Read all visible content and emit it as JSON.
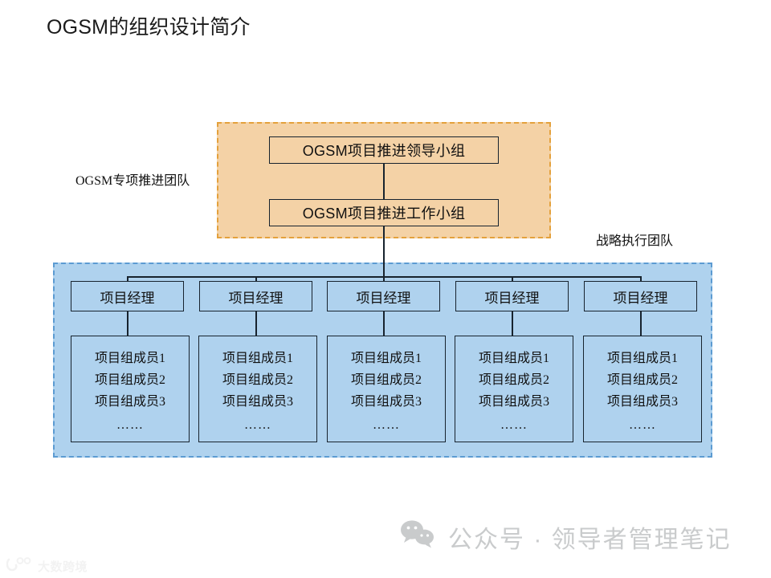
{
  "slide": {
    "title": "OGSM的组织设计简介"
  },
  "regions": {
    "taskforce": {
      "label": "OGSM专项推进团队",
      "fill": "#F4D2A6",
      "border": "#E4A13C"
    },
    "execution": {
      "label": "战略执行团队",
      "fill": "#AFD2EE",
      "border": "#5C9BD2"
    }
  },
  "nodes": {
    "leadership_group": "OGSM项目推进领导小组",
    "working_group": "OGSM项目推进工作小组",
    "manager_label": "项目经理",
    "member_lines": [
      "项目组成员1",
      "项目组成员2",
      "项目组成员3"
    ],
    "member_ellipsis": "……"
  },
  "columns": [
    {
      "manager": "项目经理",
      "members": [
        "项目组成员1",
        "项目组成员2",
        "项目组成员3"
      ],
      "ellipsis": "……"
    },
    {
      "manager": "项目经理",
      "members": [
        "项目组成员1",
        "项目组成员2",
        "项目组成员3"
      ],
      "ellipsis": "……"
    },
    {
      "manager": "项目经理",
      "members": [
        "项目组成员1",
        "项目组成员2",
        "项目组成员3"
      ],
      "ellipsis": "……"
    },
    {
      "manager": "项目经理",
      "members": [
        "项目组成员1",
        "项目组成员2",
        "项目组成员3"
      ],
      "ellipsis": "……"
    },
    {
      "manager": "项目经理",
      "members": [
        "项目组成员1",
        "项目组成员2",
        "项目组成员3"
      ],
      "ellipsis": "……"
    }
  ],
  "watermarks": {
    "wechat_icon": "wechat-icon",
    "wechat_text": "公众号 · 领导者管理笔记",
    "corner_mark": "icon",
    "corner_text": "大数跨境"
  }
}
